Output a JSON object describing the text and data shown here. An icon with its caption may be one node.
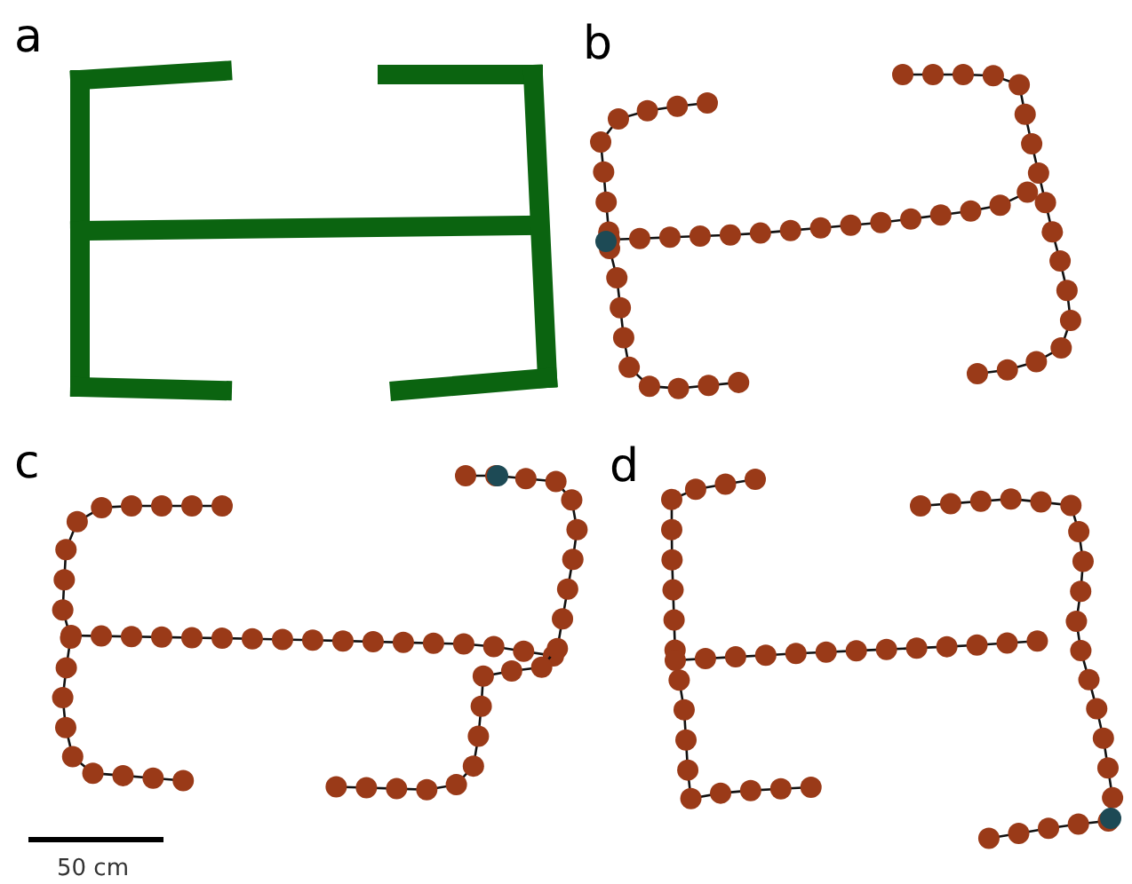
{
  "diagram": {
    "labels": [
      "a",
      "b",
      "c",
      "d",
      "50 cm"
    ]
  }
}
